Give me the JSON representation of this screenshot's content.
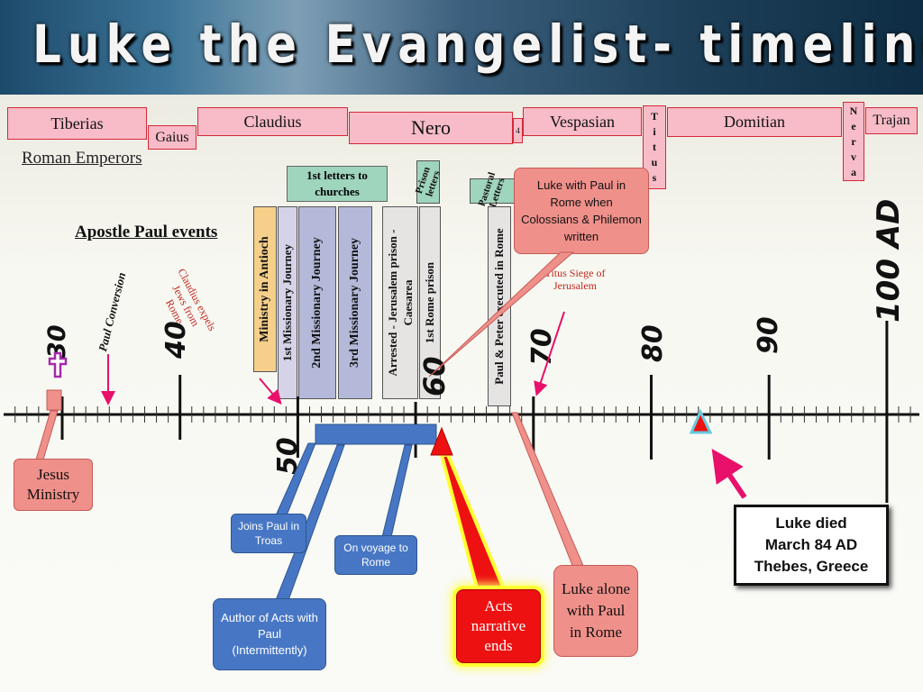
{
  "title": "Luke the Evangelist- timeline",
  "emperors": {
    "section_label": "Roman Emperors",
    "names": [
      "Tiberias",
      "Gaius",
      "Claudius",
      "Nero",
      "4",
      "Vespasian",
      "Titus",
      "Domitian",
      "Nerva",
      "Trajan"
    ]
  },
  "paul_events": {
    "section_label": "Apostle Paul events",
    "letters_to_churches": "1st letters to churches",
    "prison_letters": "Prison letters",
    "pastoral_letters": "Pastoral Letters",
    "paul_conversion": "Paul Conversion",
    "claudius_expels": "Claudius expels Jews from Rome",
    "ministry_antioch": "Ministry in Antioch",
    "first_journey": "1st Missionary Journey",
    "second_journey": "2nd Missionary Journey",
    "third_journey": "3rd Missionary Journey",
    "arrested": "Arrested - Jerusalem prison - Caesarea",
    "rome_prison": "1st Rome prison",
    "executed": "Paul & Peter executed in Rome",
    "luke_with_paul": "Luke with Paul in Rome when Colossians & Philemon written",
    "titus_siege": "Titus Siege of Jerusalem"
  },
  "axis": {
    "labels": [
      "30",
      "40",
      "50",
      "60",
      "70",
      "80",
      "90",
      "100 AD"
    ]
  },
  "luke_events": {
    "jesus_ministry": "Jesus Ministry",
    "joins_paul": "Joins Paul in Troas",
    "on_voyage": "On voyage to Rome",
    "author_acts": "Author of Acts with Paul (Intermittently)",
    "acts_ends": "Acts narrative ends",
    "luke_alone": "Luke alone with Paul in Rome",
    "luke_died": "Luke died March 84 AD Thebes, Greece"
  },
  "colors": {
    "emperor_fill": "#f7bcc8",
    "emperor_border": "#d52838",
    "arrow_pink": "#e8106a",
    "callout_blue": "#4777c4",
    "callout_red": "#f0908a",
    "acts_red": "#ee1111"
  }
}
